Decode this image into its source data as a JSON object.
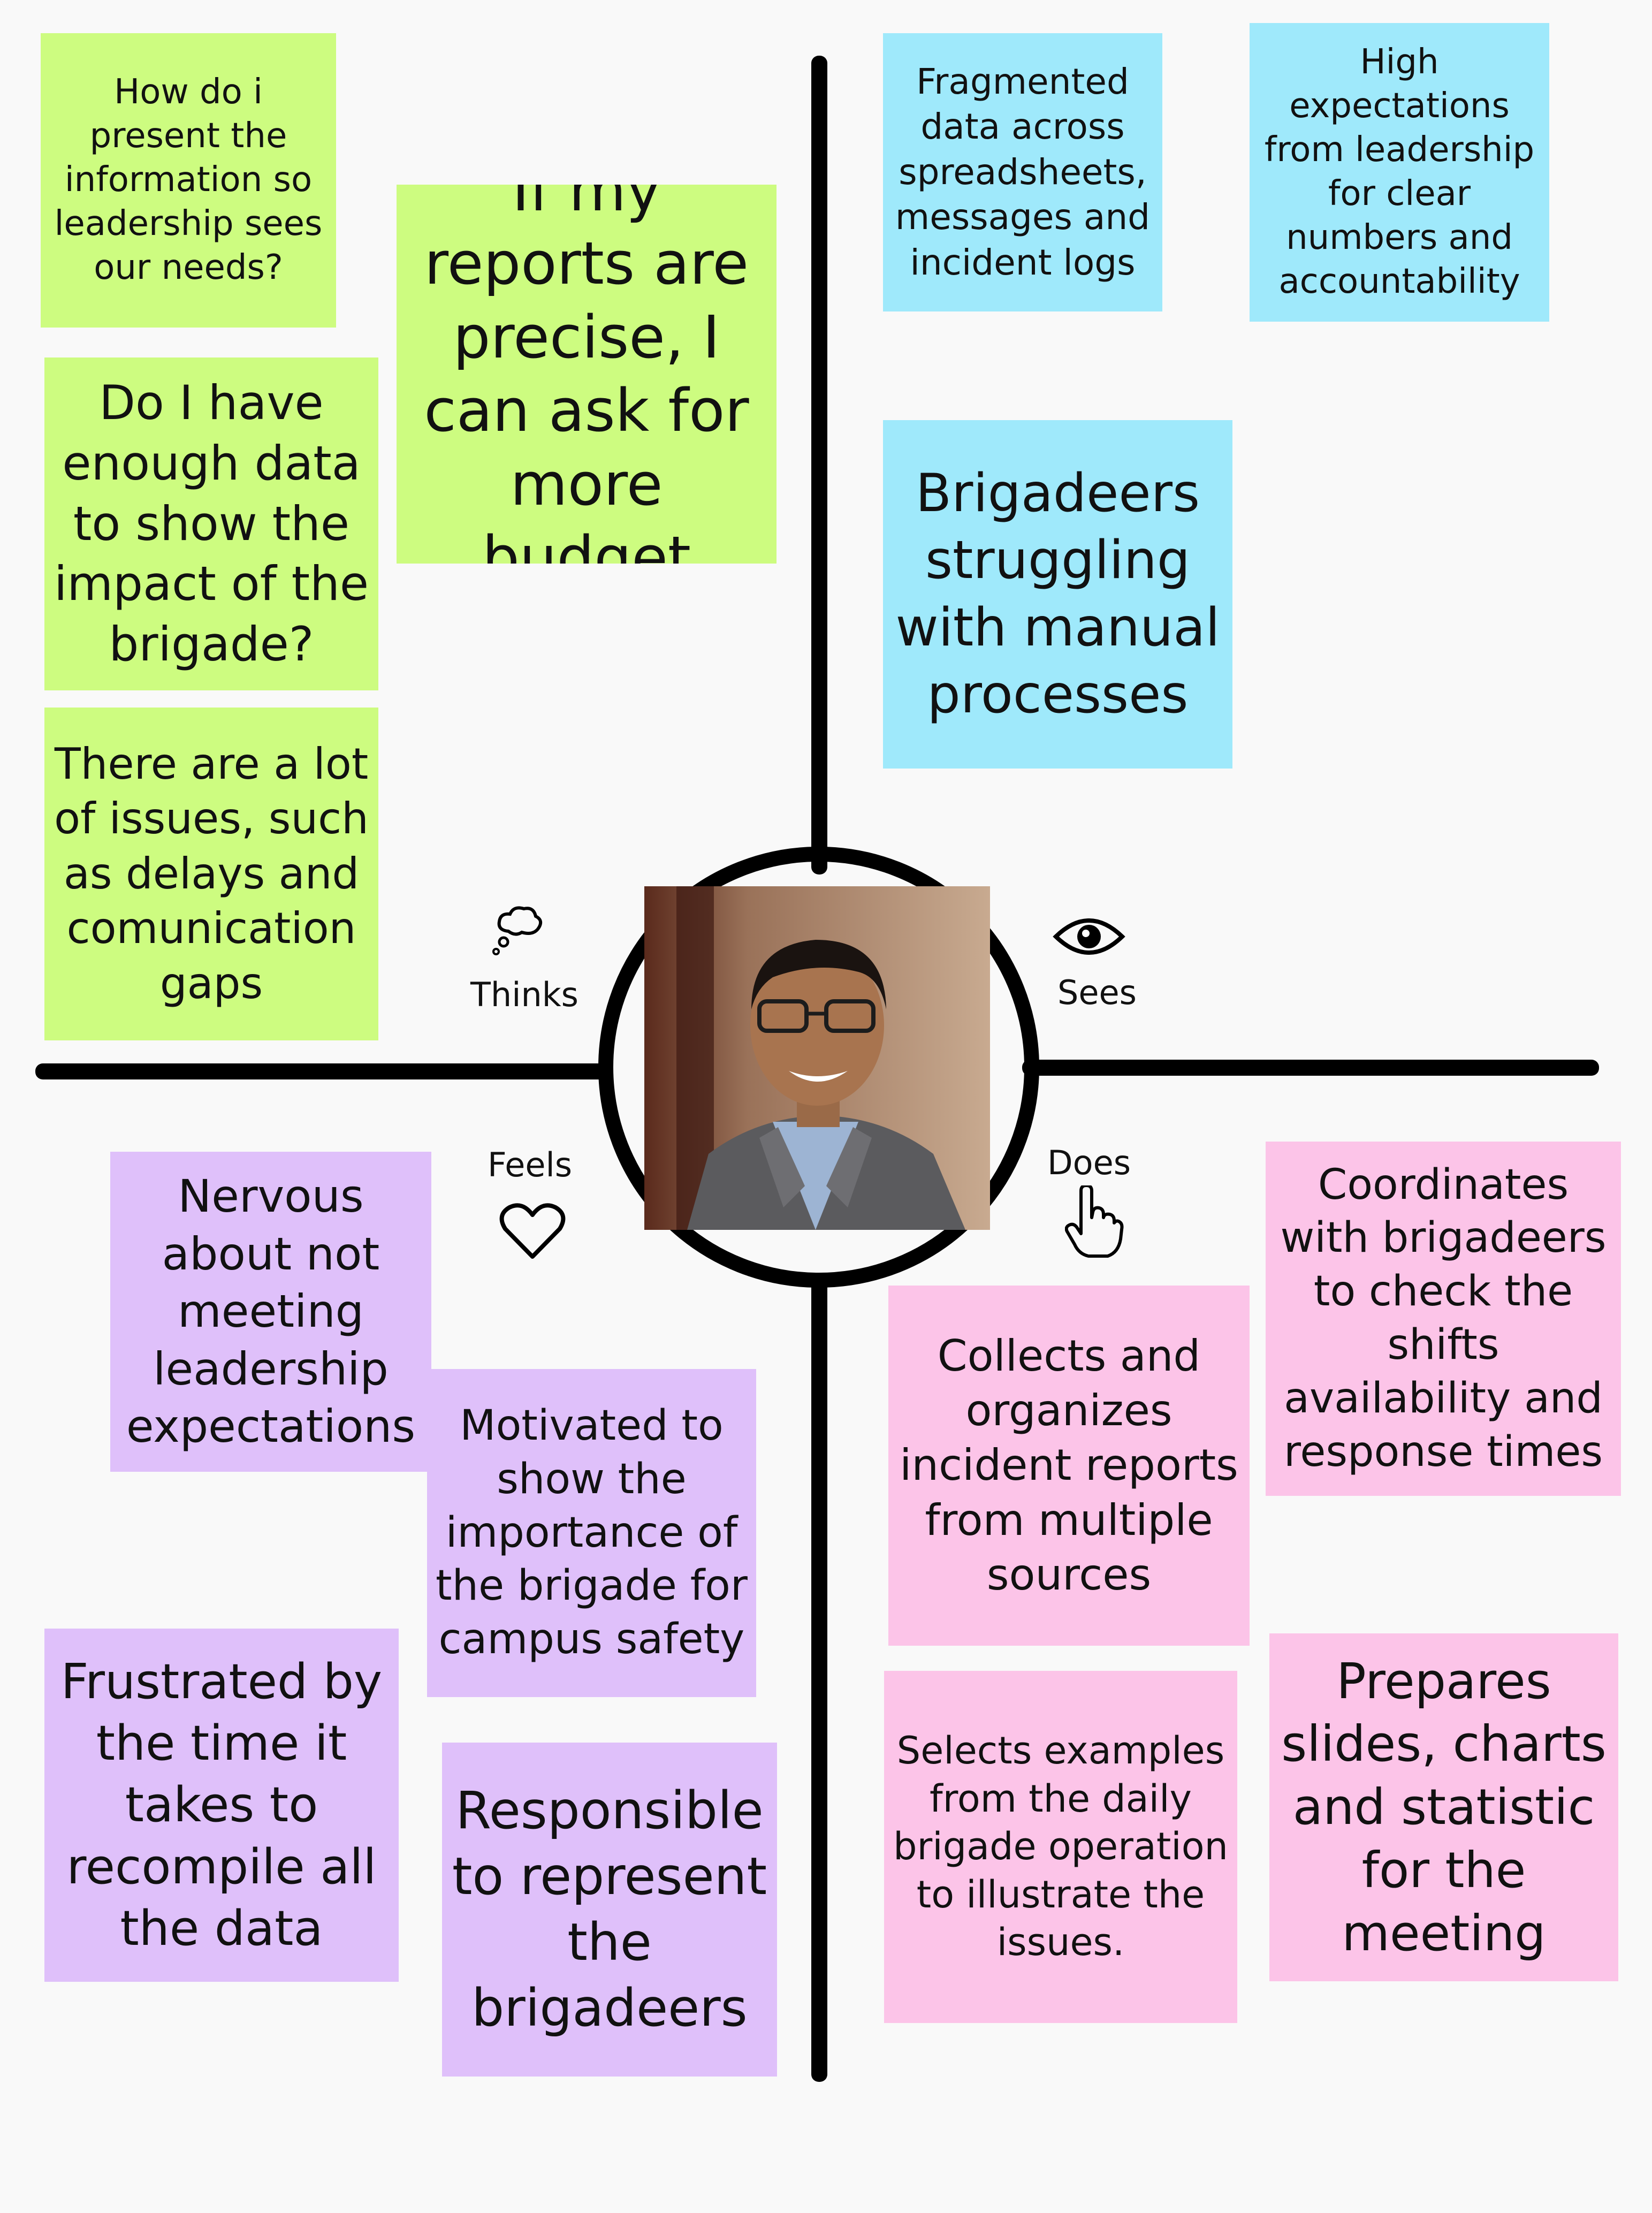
{
  "quadrants": {
    "thinks": "Thinks",
    "sees": "Sees",
    "feels": "Feels",
    "does": "Does"
  },
  "icons": {
    "thinks": "thought-bubble-icon",
    "sees": "eye-icon",
    "feels": "heart-icon",
    "does": "pointing-hand-icon"
  },
  "notes": {
    "thinks": [
      "How do i present the information so leadership sees our needs?",
      "If my reports are precise, I can ask for more budget",
      "Do I have enough data to show the impact of the brigade?",
      "There are a lot of issues, such as delays and comunication gaps"
    ],
    "sees": [
      "Fragmented data across spreadsheets, messages and incident logs",
      "High expectations from leadership for clear numbers and accountability",
      "Brigadeers struggling with manual processes"
    ],
    "feels": [
      "Nervous about not meeting leadership expectations",
      "Motivated to show the importance of the brigade for campus safety",
      "Frustrated by the time it takes to recompile all the data",
      "Responsible to represent the brigadeers"
    ],
    "does": [
      "Coordinates with brigadeers to check the shifts availability and response times",
      "Collects and organizes incident reports from multiple sources",
      "Selects examples from the daily brigade operation to illustrate the issues.",
      "Prepares slides, charts and statistic for the meeting"
    ]
  },
  "colors": {
    "thinks": "#cdfc80",
    "sees": "#9fe9fb",
    "feels": "#dfc0fa",
    "does": "#fcc4e8"
  }
}
